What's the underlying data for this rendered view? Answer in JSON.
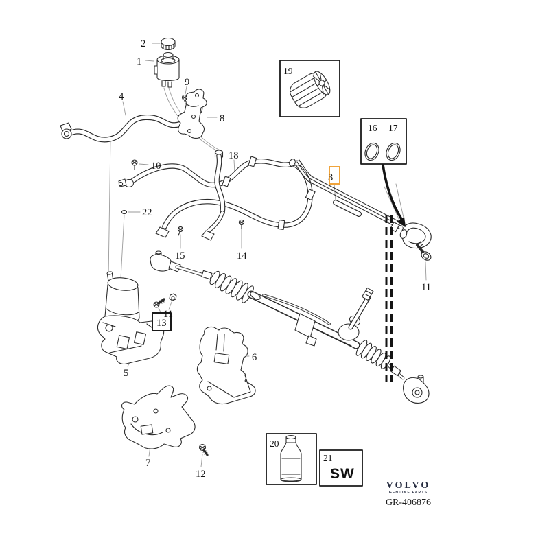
{
  "meta": {
    "background": "#ffffff",
    "ink": "#2b2b2b",
    "leader_color": "#9a9a9a",
    "highlight_color": "#f0a43c"
  },
  "callouts": {
    "n1": "1",
    "n2": "2",
    "n3": "3",
    "n4": "4",
    "n5": "5",
    "n6": "6",
    "n7": "7",
    "n8": "8",
    "n9": "9",
    "n10": "10",
    "n11a": "11",
    "n11b": "11",
    "n12": "12",
    "n13": "13",
    "n14": "14",
    "n15": "15",
    "n16": "16",
    "n17": "17",
    "n18": "18",
    "n19": "19",
    "n20": "20",
    "n21": "21",
    "n22": "22"
  },
  "highlighted_callout": "3",
  "inset21": {
    "code": "SW"
  },
  "footer": {
    "brand": "VOLVO",
    "tagline": "GENUINE PARTS",
    "ref": "GR-406876"
  }
}
